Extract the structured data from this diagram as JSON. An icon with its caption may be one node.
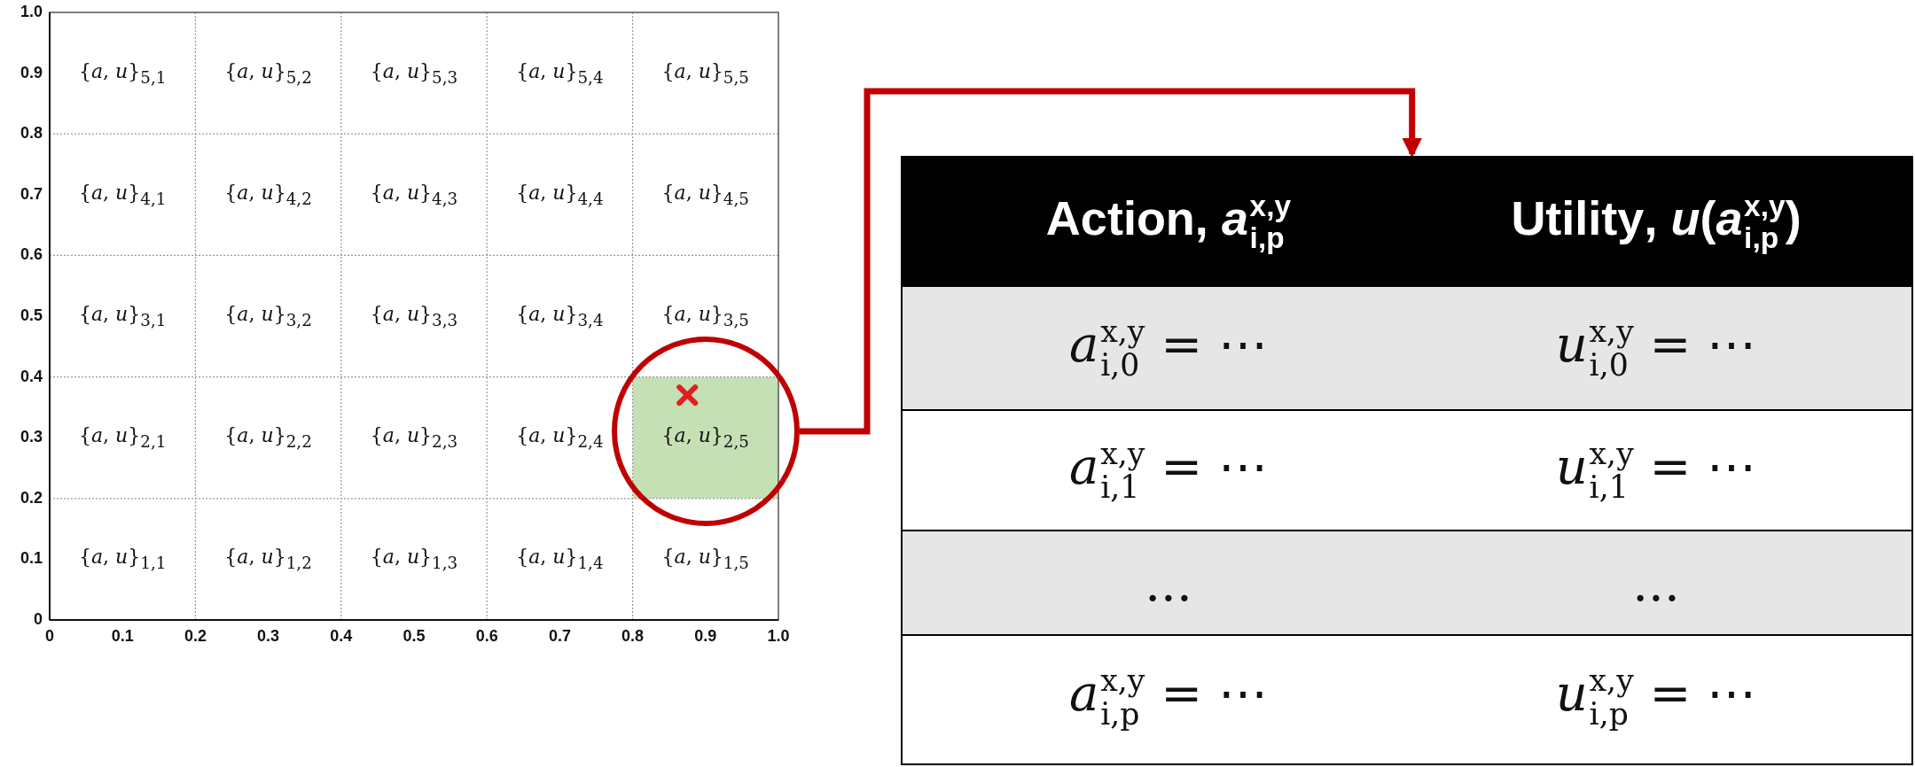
{
  "diagram": {
    "nodes": [
      {
        "text": [],
        "shape": "circle"
      },
      {
        "text": [
          "**Action**, *a*$^{x,y}$$_{i,p}$",
          "**Utility**, *u*(*a*$^{x,y}$$_{i,p}$)",
          "*a*$^{x,y}$$_{i,0}$ = ⋯",
          "*u*$^{x,y}$$_{i,0}$ = ⋯",
          "*a*$^{x,y}$$_{i,1}$ = ⋯",
          "*u*$^{x,y}$$_{i,1}$ = ⋯",
          "...",
          "...",
          "*a*$^{x,y}$$_{i,p}$ = ⋯",
          "*u*$^{x,y}$$_{i,p}$ = ⋯"
        ]
      }
    ],
    "edges": [
      {
        "from": 0,
        "to": 1,
        "arrow": "to",
        "color": "#c00000"
      }
    ],
    "labels": [
      "{*a*, *u*}$_{5,1}$",
      "{*a*, *u*}$_{5,2}$",
      "{*a*, *u*}$_{5,3}$",
      "{*a*, *u*}$_{5,4}$",
      "{*a*, *u*}$_{5,5}$",
      "{*a*, *u*}$_{4,1}$",
      "{*a*, *u*}$_{4,2}$",
      "{*a*, *u*}$_{4,3}$",
      "{*a*, *u*}$_{4,4}$",
      "{*a*, *u*}$_{4,5}$",
      "{*a*, *u*}$_{3,1}$",
      "{*a*, *u*}$_{3,2}$",
      "{*a*, *u*}$_{3,3}$",
      "{*a*, *u*}$_{3,4}$",
      "{*a*, *u*}$_{3,5}$",
      "{*a*, *u*}$_{2,1}$",
      "{*a*, *u*}$_{2,2}$",
      "{*a*, *u*}$_{2,3}$",
      "{*a*, *u*}$_{2,4}$",
      "{*a*, *u*}$_{2,5}$",
      "{*a*, *u*}$_{1,1}$",
      "{*a*, *u*}$_{1,2}$",
      "{*a*, *u*}$_{1,3}$",
      "{*a*, *u*}$_{1,4}$",
      "{*a*, *u*}$_{1,5}$",
      "1.0",
      "0.9",
      "0.8",
      "0.7",
      "0.6",
      "0.5",
      "0.4",
      "0.3",
      "0.2",
      "0.1",
      "0",
      "0",
      "0.1",
      "0.2",
      "0.3",
      "0.4",
      "0.5",
      "0.6",
      "0.7",
      "0.8",
      "0.9",
      "1.0"
    ]
  }
}
